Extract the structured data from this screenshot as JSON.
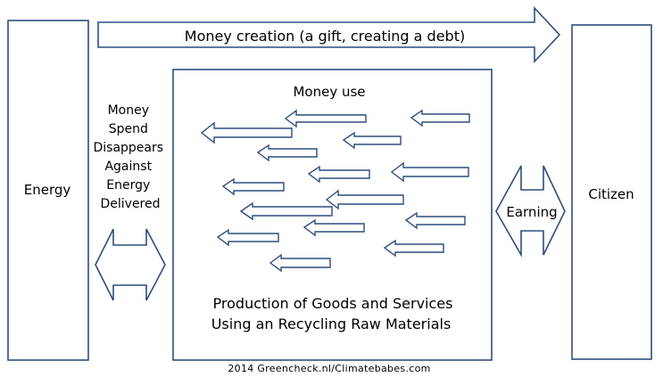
{
  "boxes": {
    "energy": {
      "label": "Energy"
    },
    "citizen": {
      "label": "Citizen"
    },
    "production": {
      "title": "Money use",
      "caption": [
        "Production  of Goods and Services",
        "Using an Recycling Raw Materials"
      ]
    }
  },
  "arrows": {
    "money_creation": "Money creation (a gift, creating a debt)",
    "earning": "Earning"
  },
  "side_note": [
    "Money",
    "Spend",
    "Disappears",
    "Against",
    "Energy",
    "Delivered"
  ],
  "credit": "2014 Greencheck.nl/Climatebabes.com",
  "colors": {
    "stroke": "#2f4d7e",
    "text": "#000000",
    "background": "#ffffff"
  }
}
